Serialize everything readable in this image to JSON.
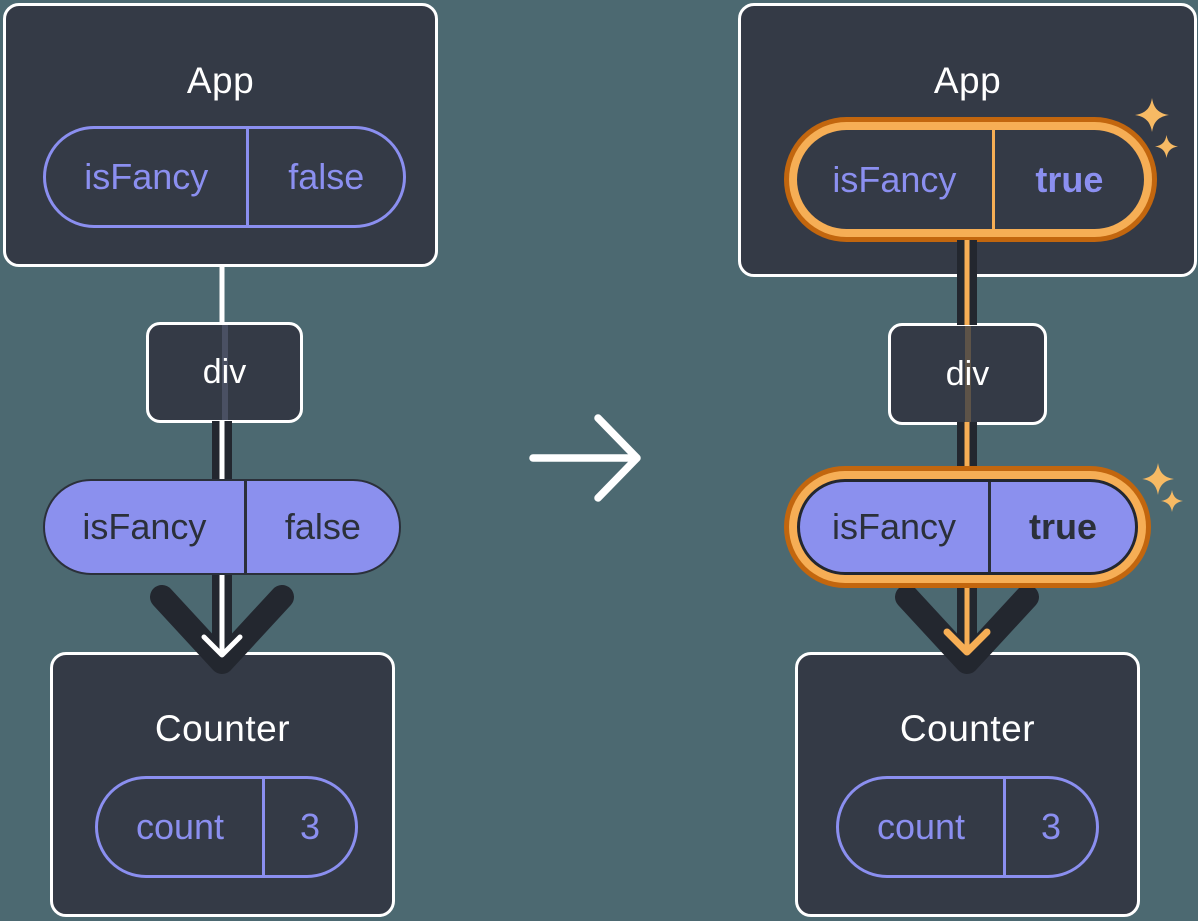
{
  "colors": {
    "background": "#4C6971",
    "panel-dark": "#343A46",
    "ink-dark": "#23272F",
    "purple": "#8B8FF0",
    "purple-fill": "#8B90EE",
    "on-purple": "#2B303A",
    "orange-dark": "#C2660E",
    "orange-light": "#F6AE55",
    "sparkle": "#F7BA64",
    "white": "#FFFFFF"
  },
  "before": {
    "app": {
      "title": "App",
      "state_pill": {
        "key": "isFancy",
        "value": "false"
      }
    },
    "div_node": {
      "label": "div"
    },
    "prop_pill": {
      "key": "isFancy",
      "value": "false"
    },
    "counter": {
      "title": "Counter",
      "state_pill": {
        "key": "count",
        "value": "3"
      }
    }
  },
  "after": {
    "app": {
      "title": "App",
      "state_pill": {
        "key": "isFancy",
        "value": "true"
      }
    },
    "div_node": {
      "label": "div"
    },
    "prop_pill": {
      "key": "isFancy",
      "value": "true"
    },
    "counter": {
      "title": "Counter",
      "state_pill": {
        "key": "count",
        "value": "3"
      }
    }
  }
}
